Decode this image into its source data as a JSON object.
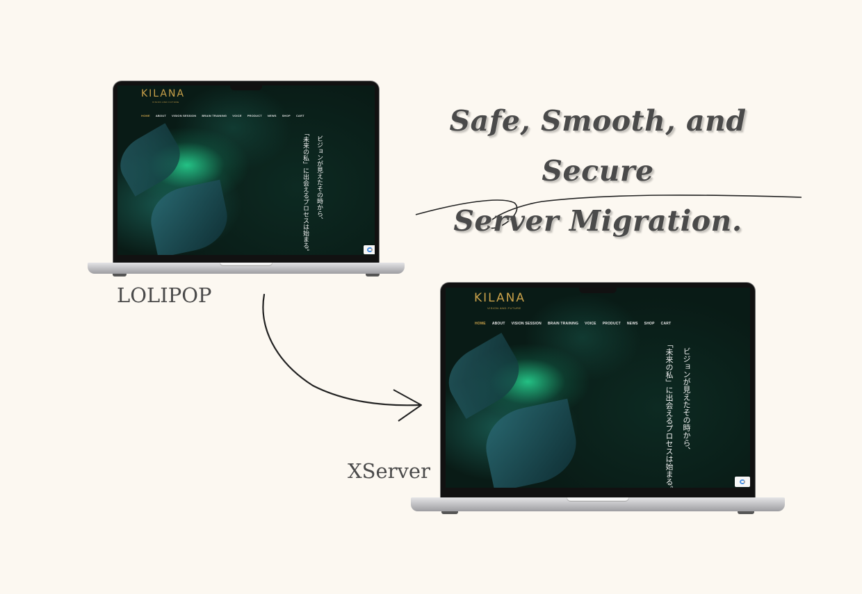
{
  "headline": {
    "line1": "Safe, Smooth, and Secure",
    "line2": "Server Migration."
  },
  "labels": {
    "from_server": "LOLIPOP",
    "to_server": "XServer"
  },
  "website": {
    "logo": "KILANA",
    "tagline": "VISION AND FUTURE",
    "nav": [
      "HOME",
      "ABOUT",
      "VISION SESSION",
      "BRAIN TRAINING",
      "VOICE",
      "PRODUCT",
      "NEWS",
      "SHOP",
      "CART"
    ],
    "vertical_text_1": "ビジョンが見えたその時から、",
    "vertical_text_2": "「未来の私」に出会えるプロセスは始まる。"
  },
  "colors": {
    "background": "#fcf8f1",
    "headline_text": "#4a4a4a",
    "logo_gold": "#c9a14a"
  }
}
